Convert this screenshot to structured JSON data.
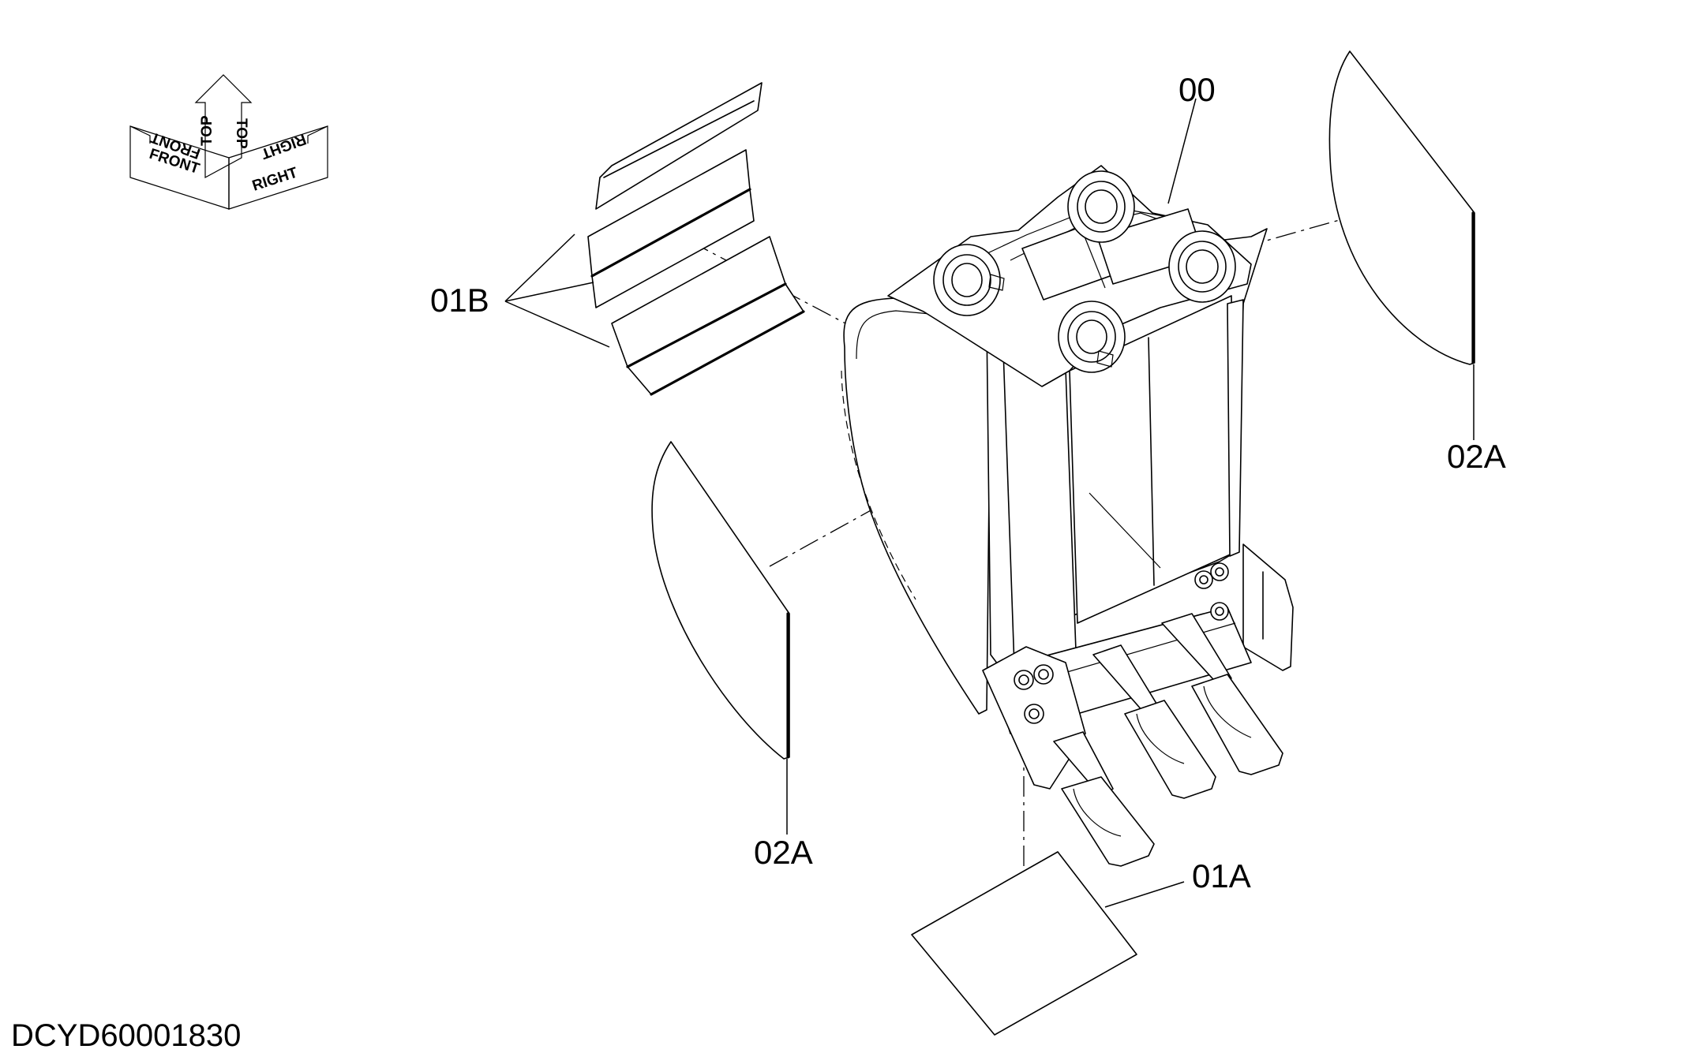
{
  "orientation": {
    "front": "FRONT",
    "top": "TOP",
    "right": "RIGHT"
  },
  "callouts": {
    "bucket": "00",
    "bottom_plate": "01A",
    "wear_plates": "01B",
    "side_plate_right": "02A",
    "side_plate_left": "02A"
  },
  "drawing_code": "DCYD60001830"
}
